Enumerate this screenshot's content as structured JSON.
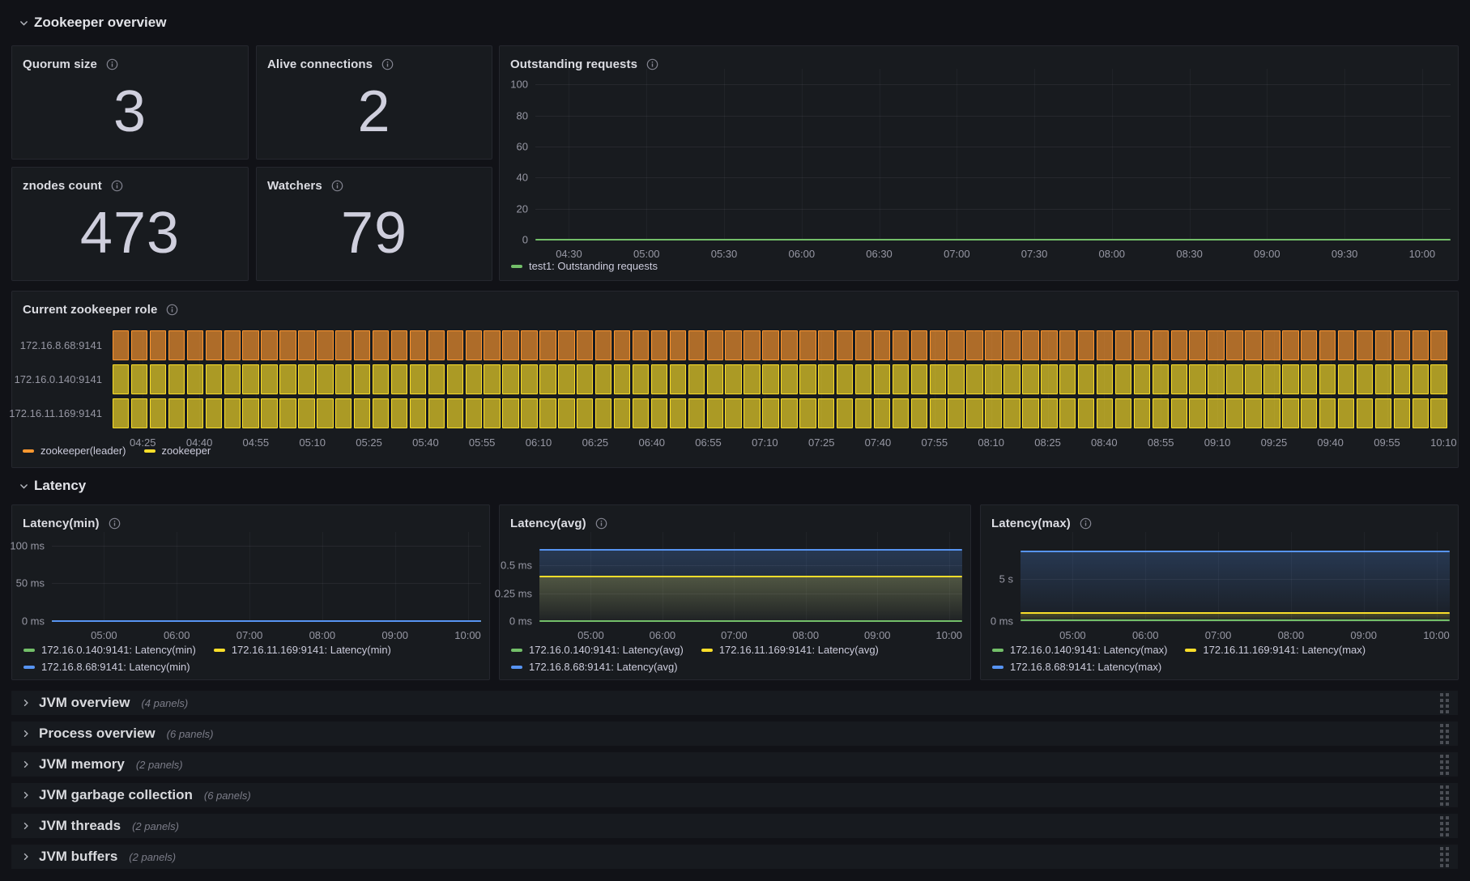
{
  "colors": {
    "green": "#73BF69",
    "yellow": "#FADE2A",
    "blue": "#5794F2",
    "orange": "#FF9830"
  },
  "icons": {
    "info": "circle-i",
    "section_expanded": "chevron-down",
    "section_collapsed": "chevron-right",
    "drag": "dots-grid"
  },
  "sections": {
    "zookeeper_overview": {
      "title": "Zookeeper overview"
    },
    "latency": {
      "title": "Latency"
    },
    "collapsed": [
      {
        "title": "JVM overview",
        "count": "(4 panels)"
      },
      {
        "title": "Process overview",
        "count": "(6 panels)"
      },
      {
        "title": "JVM memory",
        "count": "(2 panels)"
      },
      {
        "title": "JVM garbage collection",
        "count": "(6 panels)"
      },
      {
        "title": "JVM threads",
        "count": "(2 panels)"
      },
      {
        "title": "JVM buffers",
        "count": "(2 panels)"
      }
    ]
  },
  "stats": [
    {
      "title": "Quorum size",
      "value": "3"
    },
    {
      "title": "Alive connections",
      "value": "2"
    },
    {
      "title": "znodes count",
      "value": "473"
    },
    {
      "title": "Watchers",
      "value": "79"
    }
  ],
  "chart_data": [
    {
      "id": "outstanding",
      "type": "line",
      "title": "Outstanding requests",
      "ylim": [
        0,
        110
      ],
      "time_range": [
        "04:17",
        "10:11"
      ],
      "y_ticks": [
        {
          "value": 0,
          "label": "0"
        },
        {
          "value": 20,
          "label": "20"
        },
        {
          "value": 40,
          "label": "40"
        },
        {
          "value": 60,
          "label": "60"
        },
        {
          "value": 80,
          "label": "80"
        },
        {
          "value": 100,
          "label": "100"
        }
      ],
      "x_ticks": [
        "04:30",
        "05:00",
        "05:30",
        "06:00",
        "06:30",
        "07:00",
        "07:30",
        "08:00",
        "08:30",
        "09:00",
        "09:30",
        "10:00"
      ],
      "series": [
        {
          "name": "test1: Outstanding requests",
          "color": "#73BF69",
          "value": 0,
          "fill": false
        }
      ]
    },
    {
      "id": "role",
      "type": "state-timeline",
      "title": "Current zookeeper role",
      "time_range": [
        "04:17",
        "10:11"
      ],
      "bucket_minutes": 5,
      "segments": 72,
      "x_ticks": [
        "04:25",
        "04:40",
        "04:55",
        "05:10",
        "05:25",
        "05:40",
        "05:55",
        "06:10",
        "06:25",
        "06:40",
        "06:55",
        "07:10",
        "07:25",
        "07:40",
        "07:55",
        "08:10",
        "08:25",
        "08:40",
        "08:55",
        "09:10",
        "09:25",
        "09:40",
        "09:55",
        "10:10"
      ],
      "rows": [
        {
          "name": "172.16.8.68:9141",
          "state": "zookeeper(leader)",
          "color": "#FF9830"
        },
        {
          "name": "172.16.0.140:9141",
          "state": "zookeeper",
          "color": "#FADE2A"
        },
        {
          "name": "172.16.11.169:9141",
          "state": "zookeeper",
          "color": "#FADE2A"
        }
      ],
      "legend": [
        {
          "label": "zookeeper(leader)",
          "color": "#FF9830"
        },
        {
          "label": "zookeeper",
          "color": "#FADE2A"
        }
      ]
    },
    {
      "id": "latmin",
      "type": "line",
      "title": "Latency(min)",
      "ylim": [
        0,
        118
      ],
      "time_range": [
        "04:17",
        "10:11"
      ],
      "y_ticks": [
        {
          "value": 0,
          "label": "0 ms"
        },
        {
          "value": 50,
          "label": "50 ms"
        },
        {
          "value": 100,
          "label": "100 ms"
        }
      ],
      "x_ticks": [
        "05:00",
        "06:00",
        "07:00",
        "08:00",
        "09:00",
        "10:00"
      ],
      "series": [
        {
          "name": "172.16.0.140:9141: Latency(min)",
          "color": "#73BF69",
          "value": 0,
          "fill": true
        },
        {
          "name": "172.16.11.169:9141: Latency(min)",
          "color": "#FADE2A",
          "value": 0,
          "fill": true
        },
        {
          "name": "172.16.8.68:9141: Latency(min)",
          "color": "#5794F2",
          "value": 0,
          "fill": true
        }
      ]
    },
    {
      "id": "latavg",
      "type": "line",
      "title": "Latency(avg)",
      "ylim": [
        0,
        0.8
      ],
      "unit": "ms",
      "time_range": [
        "04:17",
        "10:11"
      ],
      "y_ticks": [
        {
          "value": 0,
          "label": "0 ms"
        },
        {
          "value": 0.25,
          "label": "0.25 ms"
        },
        {
          "value": 0.5,
          "label": "0.5 ms"
        }
      ],
      "x_ticks": [
        "05:00",
        "06:00",
        "07:00",
        "08:00",
        "09:00",
        "10:00"
      ],
      "series": [
        {
          "name": "172.16.0.140:9141: Latency(avg)",
          "color": "#73BF69",
          "value": 0,
          "fill": true
        },
        {
          "name": "172.16.11.169:9141: Latency(avg)",
          "color": "#FADE2A",
          "value": 0.4,
          "fill": true
        },
        {
          "name": "172.16.8.68:9141: Latency(avg)",
          "color": "#5794F2",
          "value": 0.64,
          "fill": true
        }
      ]
    },
    {
      "id": "latmax",
      "type": "line",
      "title": "Latency(max)",
      "ylim": [
        0,
        10.5
      ],
      "unit": "s",
      "time_range": [
        "04:17",
        "10:11"
      ],
      "y_ticks": [
        {
          "value": 0,
          "label": "0 ms"
        },
        {
          "value": 5,
          "label": "5 s"
        }
      ],
      "x_ticks": [
        "05:00",
        "06:00",
        "07:00",
        "08:00",
        "09:00",
        "10:00"
      ],
      "series": [
        {
          "name": "172.16.0.140:9141: Latency(max)",
          "color": "#73BF69",
          "value": 0.12,
          "fill": true
        },
        {
          "name": "172.16.11.169:9141: Latency(max)",
          "color": "#FADE2A",
          "value": 0.95,
          "fill": true
        },
        {
          "name": "172.16.8.68:9141: Latency(max)",
          "color": "#5794F2",
          "value": 8.2,
          "fill": true
        }
      ]
    }
  ]
}
